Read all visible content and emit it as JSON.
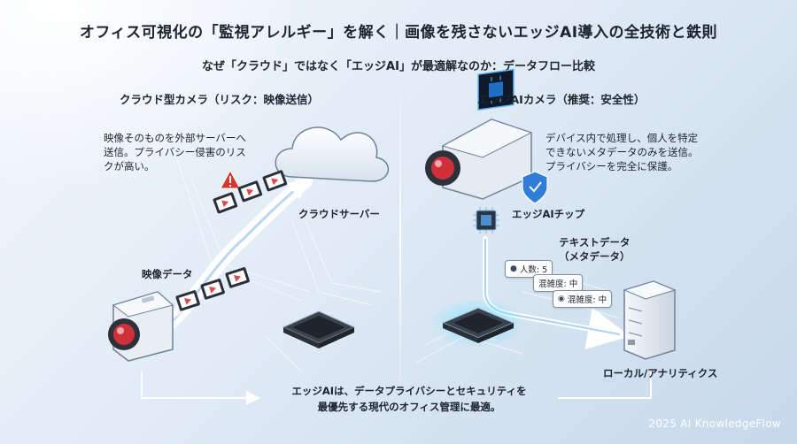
{
  "title": "オフィス可視化の「監視アレルギー」を解く｜画像を残さないエッジAI導入の全技術と鉄則",
  "subtitle": "なぜ「クラウド」ではなく「エッジAI」が最適解なのか：データフロー比較",
  "left": {
    "heading": "クラウド型カメラ（リスク：映像送信）",
    "desc": [
      "映像そのものを外部サーバーへ",
      "送信。プライバシー侵害のリス",
      "クが高い。"
    ],
    "cloud_label": "クラウドサーバー",
    "video_label": "映像データ"
  },
  "right": {
    "heading": "エッジAIカメラ（推奨：安全性）",
    "desc": [
      "デバイス内で処理し、個人を特定",
      "できないメタデータのみを送信。",
      "プライバシーを完全に保護。"
    ],
    "chip_label": "エッジAIチップ",
    "metadata_label": [
      "テキストデータ",
      "（メタデータ）"
    ],
    "tags": [
      "人数: 5",
      "混雑度: 中",
      "混雑度: 中"
    ],
    "server_label": "ローカル/アナリティクス"
  },
  "footer": [
    "エッジAIは、データプライバシーとセキュリティを",
    "最優先する現代のオフィス管理に最適。"
  ],
  "brand": "2025 AI KnowledgeFlow",
  "icons": [
    "cloud-icon",
    "camera-icon",
    "video-frame-icon",
    "warning-icon",
    "chip-icon",
    "shield-icon",
    "server-icon",
    "person-icon"
  ],
  "colors": {
    "accent": "#2f8df0",
    "lens": "#d0303a",
    "warning": "#d9362b",
    "text": "#1c2430"
  }
}
